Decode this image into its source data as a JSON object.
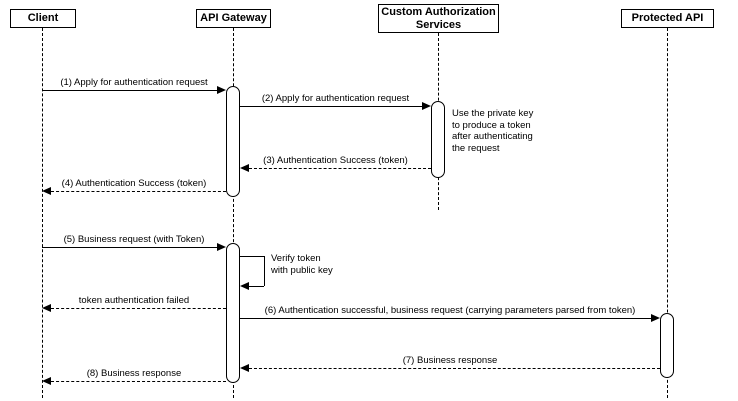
{
  "diagram": {
    "type": "uml-sequence",
    "colors": {
      "stroke": "#000000",
      "fill": "#ffffff"
    },
    "participants": [
      {
        "name": "Client"
      },
      {
        "name": "API Gateway"
      },
      {
        "name": "Custom Authorization Services"
      },
      {
        "name": "Protected API"
      }
    ],
    "messages": [
      {
        "label": "(1) Apply for authentication request",
        "from": "Client",
        "to": "API Gateway",
        "line": "solid"
      },
      {
        "label": "(2) Apply for authentication request",
        "from": "API Gateway",
        "to": "Custom Authorization Services",
        "line": "solid"
      },
      {
        "label": "(3) Authentication Success (token)",
        "from": "Custom Authorization Services",
        "to": "API Gateway",
        "line": "dashed"
      },
      {
        "label": "(4) Authentication Success (token)",
        "from": "API Gateway",
        "to": "Client",
        "line": "dashed"
      },
      {
        "label": "(5) Business request (with Token)",
        "from": "Client",
        "to": "API Gateway",
        "line": "solid"
      },
      {
        "label": "Verify token\nwith public key",
        "from": "API Gateway",
        "to": "API Gateway",
        "line": "self"
      },
      {
        "label": "token authentication failed",
        "from": "API Gateway",
        "to": "Client",
        "line": "dashed"
      },
      {
        "label": "(6) Authentication successful, business request (carrying parameters parsed from token)",
        "from": "API Gateway",
        "to": "Protected API",
        "line": "solid"
      },
      {
        "label": "(7) Business response",
        "from": "Protected API",
        "to": "API Gateway",
        "line": "dashed"
      },
      {
        "label": "(8) Business response",
        "from": "API Gateway",
        "to": "Client",
        "line": "dashed"
      }
    ],
    "note": {
      "text": "Use the private key to produce a token after authenticating the request"
    }
  }
}
